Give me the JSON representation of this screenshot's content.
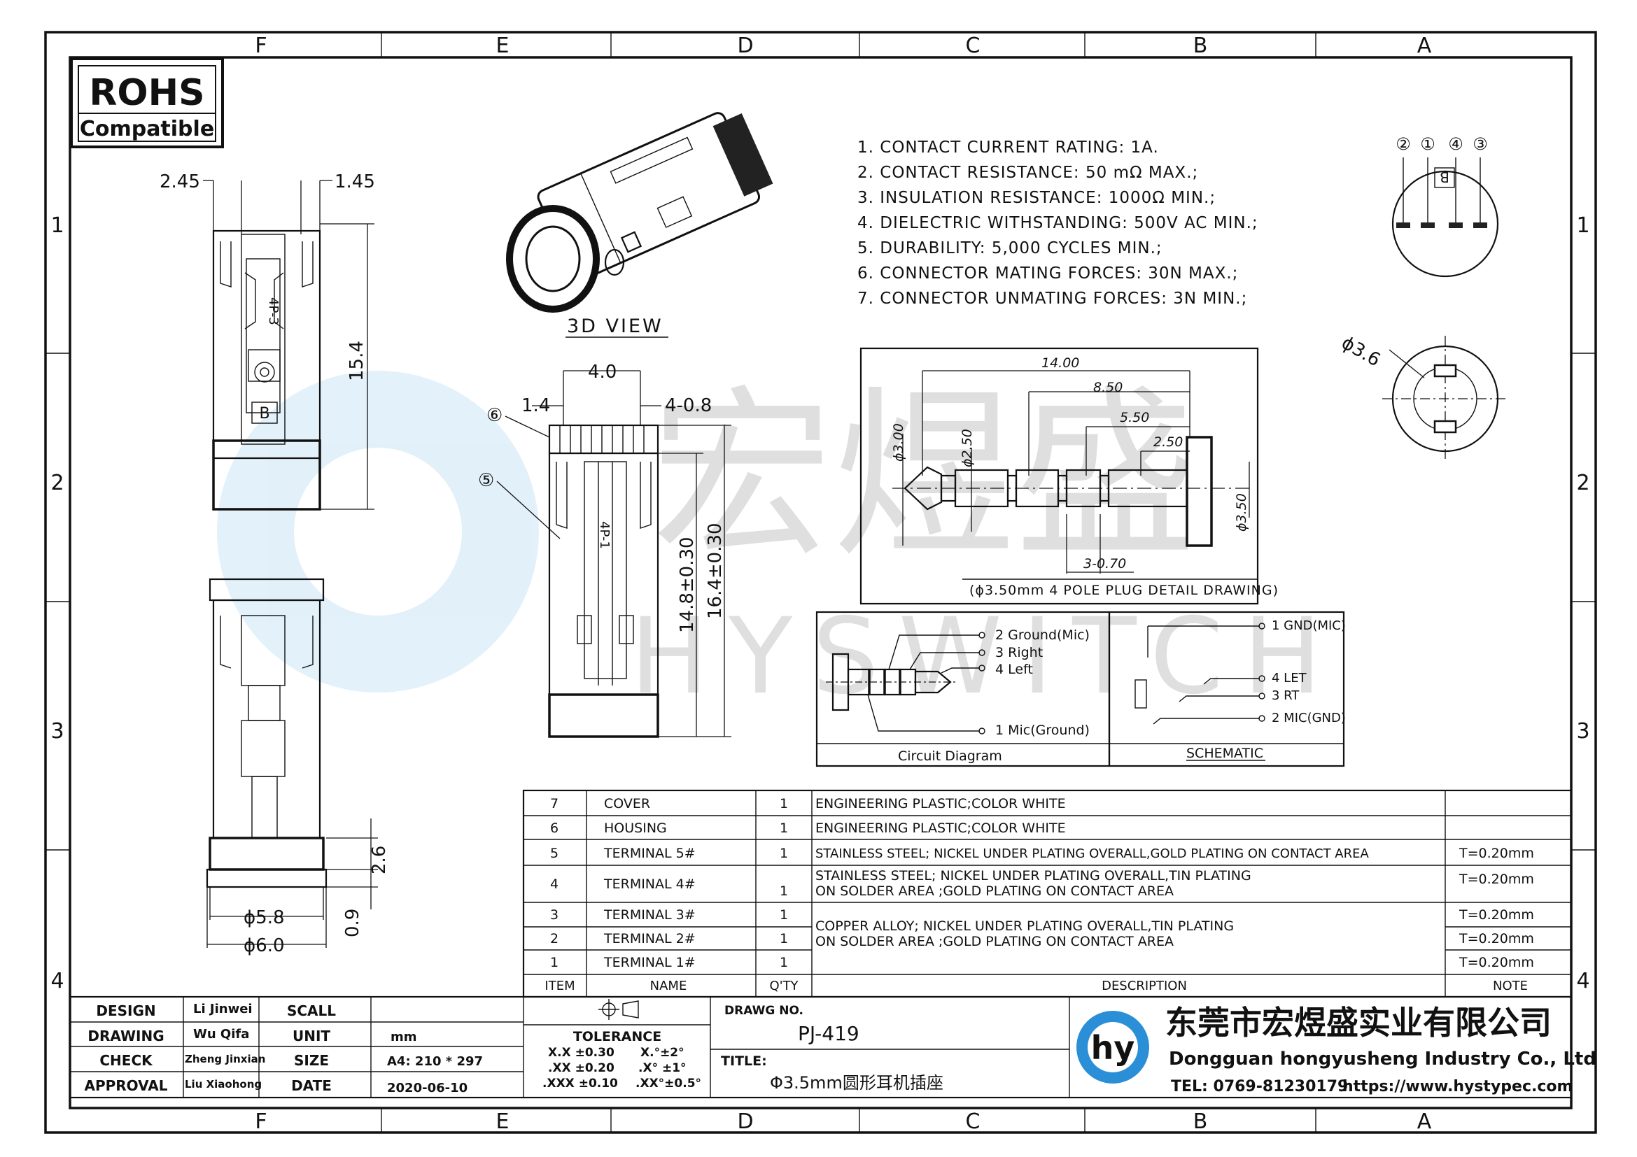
{
  "rohs": {
    "title": "ROHS",
    "subtitle": "Compatible"
  },
  "zones": {
    "columns": [
      "F",
      "E",
      "D",
      "C",
      "B",
      "A"
    ],
    "rows": [
      "1",
      "2",
      "3",
      "4"
    ]
  },
  "specs": [
    "1. CONTACT CURRENT RATING: 1A.",
    "2. CONTACT RESISTANCE: 50 mΩ MAX.;",
    "3. INSULATION RESISTANCE: 1000Ω MIN.;",
    "4. DIELECTRIC WITHSTANDING: 500V AC MIN.;",
    "5. DURABILITY: 5,000 CYCLES MIN.;",
    "6. CONNECTOR MATING FORCES: 30N   MAX.;",
    "7. CONNECTOR UNMATING FORCES: 3N MIN.;"
  ],
  "view_3d_label": "3D VIEW",
  "watermark": {
    "brand_cn": "宏煜盛",
    "brand_en": "HYSWITCH"
  },
  "views": {
    "left_top": {
      "dim_a": "2.45",
      "dim_b": "1.45",
      "dim_h": "15.4",
      "pin_label": "4P-3",
      "b_mark": "B"
    },
    "left_bottom": {
      "dim_d1": "ϕ5.8",
      "dim_d2": "ϕ6.0",
      "dim_h1": "2.6",
      "dim_h2": "0.9"
    },
    "middle": {
      "dim_w": "4.0",
      "dim_l": "1.4",
      "dim_r": "4-0.8",
      "dim_h1": "14.8±0.30",
      "dim_h2": "16.4±0.30",
      "pin_label": "4P-1",
      "callout_6": "⑥",
      "callout_5": "⑤"
    },
    "pinout_circle": {
      "pins": [
        "②",
        "①",
        "④",
        "③"
      ],
      "b_mark": "B"
    },
    "dia_circle": {
      "label": "ϕ3.6"
    }
  },
  "plug_detail": {
    "dims": [
      "14.00",
      "8.50",
      "5.50",
      "2.50",
      "ϕ3.00",
      "ϕ2.50",
      "ϕ3.50",
      "3-0.70"
    ],
    "caption": "(ϕ3.50mm 4 POLE PLUG DETAIL DRAWING)"
  },
  "circuit": {
    "labels": [
      "2  Ground(Mic)",
      "3  Right",
      "4  Left",
      "1  Mic(Ground)"
    ],
    "caption": "Circuit Diagram"
  },
  "schematic": {
    "labels": [
      "1 GND(MIC)",
      "4 LET",
      "3 RT",
      "2 MIC(GND)"
    ],
    "caption": "SCHEMATIC"
  },
  "bom": {
    "header": {
      "item": "ITEM",
      "name": "NAME",
      "qty": "Q'TY",
      "desc": "DESCRIPTION",
      "note": "NOTE"
    },
    "rows": [
      {
        "item": "7",
        "name": "COVER",
        "qty": "1",
        "desc": "ENGINEERING PLASTIC;COLOR WHITE",
        "note": ""
      },
      {
        "item": "6",
        "name": "HOUSING",
        "qty": "1",
        "desc": "ENGINEERING PLASTIC;COLOR WHITE",
        "note": ""
      },
      {
        "item": "5",
        "name": "TERMINAL 5#",
        "qty": "1",
        "desc": "STAINLESS STEEL; NICKEL UNDER PLATING OVERALL,GOLD PLATING ON CONTACT AREA",
        "note": "T=0.20mm"
      },
      {
        "item": "4",
        "name": "TERMINAL 4#",
        "qty": "1",
        "desc": "STAINLESS STEEL; NICKEL UNDER PLATING OVERALL,TIN PLATING",
        "desc2": "ON SOLDER AREA ;GOLD PLATING ON CONTACT AREA",
        "note": "T=0.20mm"
      },
      {
        "item": "3",
        "name": "TERMINAL 3#",
        "qty": "1",
        "note": "T=0.20mm"
      },
      {
        "item": "2",
        "name": "TERMINAL 2#",
        "qty": "1",
        "note": "T=0.20mm"
      },
      {
        "item": "1",
        "name": "TERMINAL 1#",
        "qty": "1",
        "note": "T=0.20mm"
      }
    ],
    "shared_desc": "COPPER ALLOY; NICKEL UNDER PLATING OVERALL,TIN PLATING",
    "shared_desc2": "ON SOLDER AREA ;GOLD PLATING ON CONTACT AREA"
  },
  "title_block": {
    "design_label": "DESIGN",
    "design_value": "Li Jinwei",
    "drawing_label": "DRAWING",
    "drawing_value": "Wu Qifa",
    "check_label": "CHECK",
    "check_value": "Zheng Jinxian",
    "approval_label": "APPROVAL",
    "approval_value": "Liu Xiaohong",
    "scall_label": "SCALL",
    "scall_value": "",
    "unit_label": "UNIT",
    "unit_value": "mm",
    "size_label": "SIZE",
    "size_value": "A4: 210 * 297",
    "date_label": "DATE",
    "date_value": "2020-06-10",
    "tolerance_label": "TOLERANCE",
    "tol": [
      "X.X  ±0.30",
      ".XX  ±0.20",
      ".XXX ±0.10",
      "X.°±2°",
      ".X° ±1°",
      ".XX°±0.5°"
    ],
    "drawg_no_label": "DRAWG NO.",
    "drawg_no_value": "PJ-419",
    "title_label": "TITLE:",
    "title_value": "Φ3.5mm圆形耳机插座"
  },
  "company": {
    "name_cn": "东莞市宏煜盛实业有限公司",
    "name_en": "Dongguan hongyusheng Industry Co., Ltd",
    "tel": "TEL: 0769-81230179",
    "web": "https://www.hystypec.com",
    "logo_text": "hy",
    "brand_color": "#2a8fd6"
  }
}
